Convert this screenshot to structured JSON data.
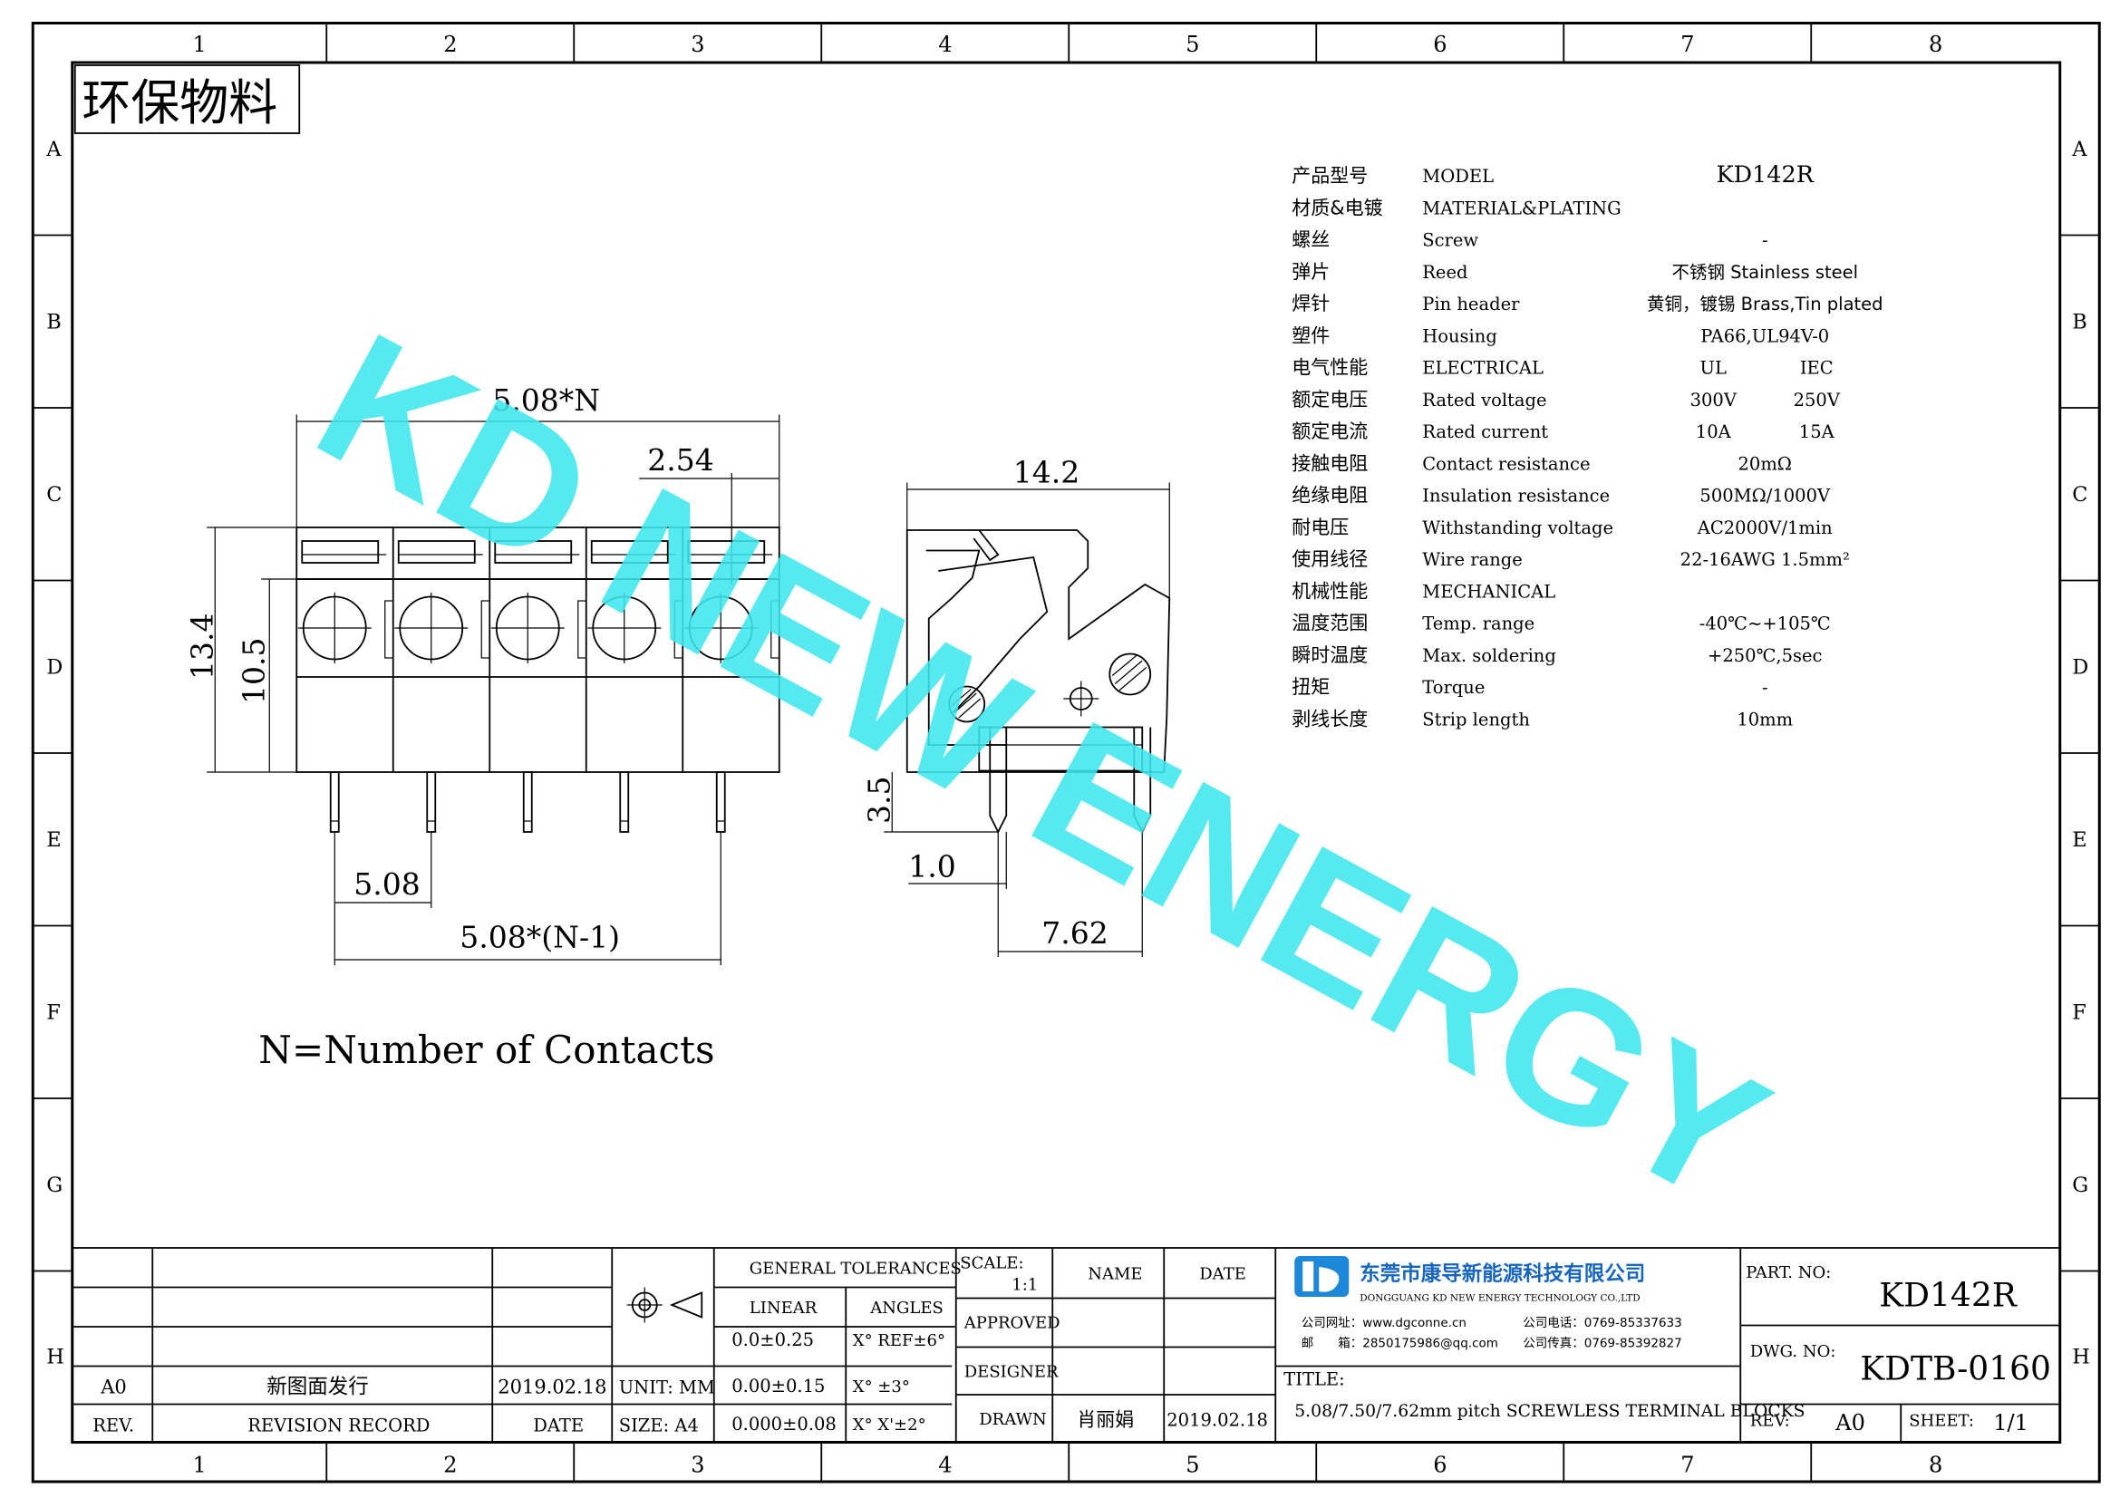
{
  "grid": {
    "cols": [
      "1",
      "2",
      "3",
      "4",
      "5",
      "6",
      "7",
      "8"
    ],
    "rows": [
      "A",
      "B",
      "C",
      "D",
      "E",
      "F",
      "G",
      "H"
    ]
  },
  "eco_label": "环保物料",
  "watermark": "KD NEW ENERGY",
  "spec_table": [
    {
      "cn": "产品型号",
      "en": "MODEL",
      "v1": "KD142R",
      "v2": ""
    },
    {
      "cn": "材质&电镀",
      "en": "MATERIAL&PLATING",
      "v1": "",
      "v2": ""
    },
    {
      "cn": "螺丝",
      "en": "Screw",
      "v1": "-",
      "v2": ""
    },
    {
      "cn": "弹片",
      "en": "Reed",
      "v1": "不锈钢 Stainless steel",
      "v2": ""
    },
    {
      "cn": "焊针",
      "en": "Pin header",
      "v1": "黄铜，镀锡 Brass,Tin plated",
      "v2": ""
    },
    {
      "cn": "塑件",
      "en": "Housing",
      "v1": "PA66,UL94V-0",
      "v2": ""
    },
    {
      "cn": "电气性能",
      "en": "ELECTRICAL",
      "v1": "UL",
      "v2": "IEC"
    },
    {
      "cn": "额定电压",
      "en": "Rated voltage",
      "v1": "300V",
      "v2": "250V"
    },
    {
      "cn": "额定电流",
      "en": "Rated current",
      "v1": "10A",
      "v2": "15A"
    },
    {
      "cn": "接触电阻",
      "en": "Contact resistance",
      "v1": "20mΩ",
      "v2": ""
    },
    {
      "cn": "绝缘电阻",
      "en": "Insulation resistance",
      "v1": "500MΩ/1000V",
      "v2": ""
    },
    {
      "cn": "耐电压",
      "en": "Withstanding voltage",
      "v1": "AC2000V/1min",
      "v2": ""
    },
    {
      "cn": "使用线径",
      "en": "Wire range",
      "v1": "22-16AWG 1.5mm²",
      "v2": ""
    },
    {
      "cn": "机械性能",
      "en": "MECHANICAL",
      "v1": "",
      "v2": ""
    },
    {
      "cn": "温度范围",
      "en": "Temp. range",
      "v1": "-40℃~+105℃",
      "v2": ""
    },
    {
      "cn": "瞬时温度",
      "en": "Max. soldering",
      "v1": "+250℃,5sec",
      "v2": ""
    },
    {
      "cn": "扭矩",
      "en": "Torque",
      "v1": "-",
      "v2": ""
    },
    {
      "cn": "剥线长度",
      "en": "Strip length",
      "v1": "10mm",
      "v2": ""
    }
  ],
  "dims": {
    "pitch_n": "5.08*N",
    "half_pitch": "2.54",
    "height_total": "13.4",
    "height_body": "10.5",
    "pitch": "5.08",
    "pitch_n1": "5.08*(N-1)",
    "depth": "14.2",
    "pin_len": "3.5",
    "pin_w": "1.0",
    "pin_row": "7.62"
  },
  "note": "N=Number of Contacts",
  "title_block": {
    "tolerances_title": "GENERAL TOLERANCES",
    "linear": "LINEAR",
    "angles": "ANGLES",
    "lin": [
      "0.0±0.25",
      "0.00±0.15",
      "0.000±0.08"
    ],
    "ang": [
      "X° REF±6°",
      "X° ±3°",
      "X° X'±2°"
    ],
    "scale_label": "SCALE:",
    "scale": "1:1",
    "approved": "APPROVED",
    "designer": "DESIGNER",
    "drawn": "DRAWN",
    "name_h": "NAME",
    "date_h": "DATE",
    "drawn_name": "肖丽娟",
    "drawn_date": "2019.02.18",
    "unit": "UNIT: MM",
    "size": "SIZE: A4",
    "rev_row": {
      "rev": "A0",
      "record": "新图面发行",
      "date": "2019.02.18"
    },
    "rev_head": {
      "rev": "REV.",
      "record": "REVISION RECORD",
      "date": "DATE"
    },
    "company_cn": "东莞市康导新能源科技有限公司",
    "company_en": "DONGGUANG KD NEW ENERGY TECHNOLOGY CO.,LTD",
    "web": "公司网址：www.dgconne.cn",
    "phone": "公司电话：0769-85337633",
    "mail": "邮　　箱：2850175986@qq.com",
    "fax": "公司传真：0769-85392827",
    "title_label": "TITLE:",
    "title": "5.08/7.50/7.62mm pitch SCREWLESS TERMINAL BLOCKS",
    "part_label": "PART. NO:",
    "part": "KD142R",
    "dwg_label": "DWG. NO:",
    "dwg": "KDTB-0160",
    "rev_label": "REV:",
    "rev": "A0",
    "sheet_label": "SHEET:",
    "sheet": "1/1"
  }
}
